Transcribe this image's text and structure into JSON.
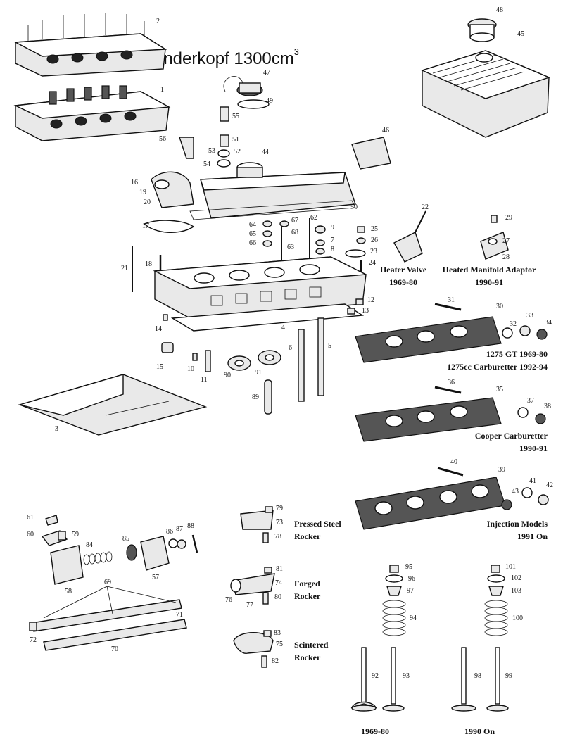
{
  "title": {
    "text": "Zylinderkopf 1300cm",
    "sup": "3"
  },
  "captions": {
    "heater_valve": [
      "Heater Valve",
      "1969-80"
    ],
    "heated_manifold": [
      "Heated Manifold Adaptor",
      "1990-91"
    ],
    "gt_1275": [
      "1275 GT  1969-80",
      "1275cc Carburetter  1992-94"
    ],
    "cooper": [
      "Cooper Carburetter",
      "1990-91"
    ],
    "injection": [
      "Injection Models",
      "1991  On"
    ],
    "pressed_steel": [
      "Pressed Steel",
      "Rocker"
    ],
    "forged": [
      "Forged",
      "Rocker"
    ],
    "scintered": [
      "Scintered",
      "Rocker"
    ],
    "valves_old": "1969-80",
    "valves_new": "1990 On"
  },
  "part_numbers": [
    "1",
    "2",
    "3",
    "4",
    "5",
    "6",
    "7",
    "8",
    "9",
    "10",
    "11",
    "12",
    "13",
    "14",
    "15",
    "16",
    "17",
    "18",
    "19",
    "20",
    "21",
    "22",
    "23",
    "24",
    "25",
    "26",
    "27",
    "28",
    "29",
    "30",
    "31",
    "32",
    "33",
    "34",
    "35",
    "36",
    "37",
    "38",
    "39",
    "40",
    "41",
    "42",
    "43",
    "44",
    "45",
    "46",
    "47",
    "48",
    "49",
    "50",
    "51",
    "52",
    "53",
    "54",
    "55",
    "56",
    "57",
    "58",
    "59",
    "60",
    "61",
    "62",
    "63",
    "64",
    "65",
    "66",
    "67",
    "68",
    "69",
    "70",
    "71",
    "72",
    "73",
    "74",
    "75",
    "76",
    "77",
    "78",
    "79",
    "80",
    "81",
    "82",
    "83",
    "84",
    "85",
    "86",
    "87",
    "88",
    "89",
    "90",
    "91",
    "92",
    "93",
    "94",
    "95",
    "96",
    "97",
    "98",
    "99",
    "100",
    "101",
    "102",
    "103"
  ]
}
